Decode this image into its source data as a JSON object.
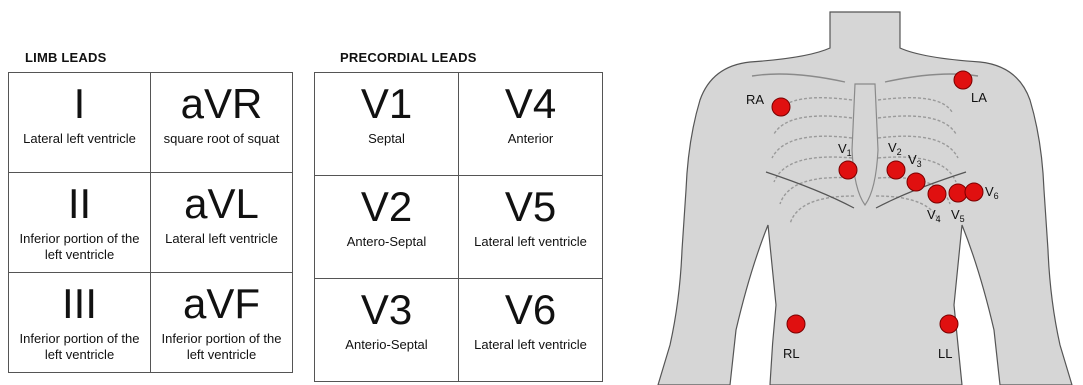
{
  "limb": {
    "title": "LIMB LEADS",
    "cells": [
      {
        "lead": "I",
        "desc": "Lateral left ventricle"
      },
      {
        "lead": "aVR",
        "desc": "square root of squat"
      },
      {
        "lead": "II",
        "desc": "Inferior portion of the left ventricle"
      },
      {
        "lead": "aVL",
        "desc": "Lateral left ventricle"
      },
      {
        "lead": "III",
        "desc": "Inferior portion of the left ventricle"
      },
      {
        "lead": "aVF",
        "desc": "Inferior portion of the left ventricle"
      }
    ]
  },
  "precordial": {
    "title": "PRECORDIAL LEADS",
    "cells": [
      {
        "lead": "V1",
        "desc": "Septal"
      },
      {
        "lead": "V4",
        "desc": "Anterior"
      },
      {
        "lead": "V2",
        "desc": "Antero-Septal"
      },
      {
        "lead": "V5",
        "desc": "Lateral left ventricle"
      },
      {
        "lead": "V3",
        "desc": "Anterio-Septal"
      },
      {
        "lead": "V6",
        "desc": "Lateral left ventricle"
      }
    ]
  },
  "electrodes": {
    "ra": "RA",
    "la": "LA",
    "rl": "RL",
    "ll": "LL",
    "v1": "V",
    "v1_sub": "1",
    "v2": "V",
    "v2_sub": "2",
    "v3": "V",
    "v3_sub": "3",
    "v4": "V",
    "v4_sub": "4",
    "v5": "V",
    "v5_sub": "5",
    "v6": "V",
    "v6_sub": "6"
  },
  "colors": {
    "electrode": "#e01010",
    "body": "#d6d6d6",
    "outline": "#555555"
  }
}
